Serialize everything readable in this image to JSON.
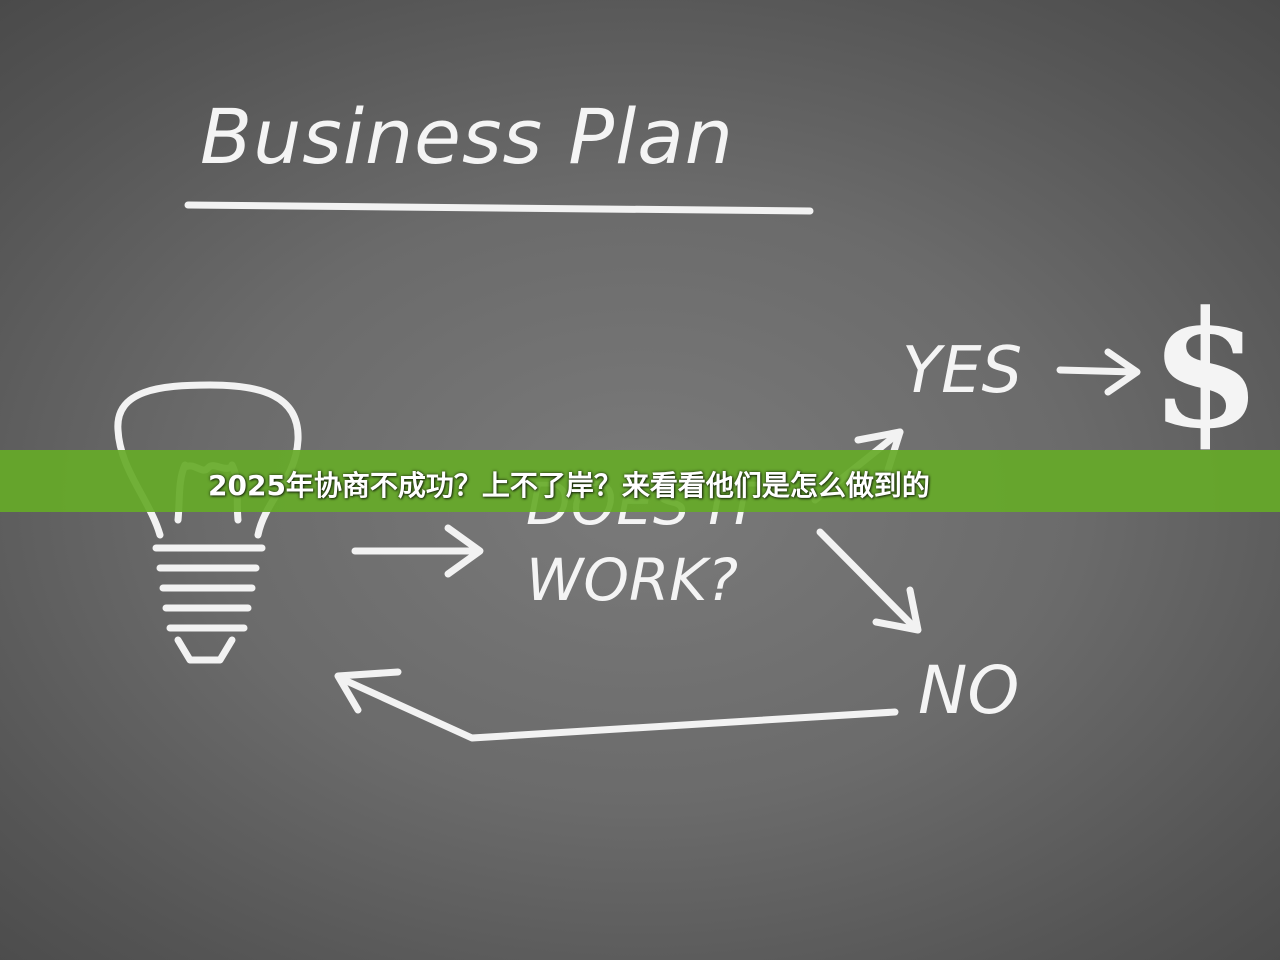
{
  "image": {
    "chalkboard_title": "Business Plan",
    "question_line_1": "DOES IT",
    "question_line_2": "WORK?",
    "yes_label": "YES",
    "no_label": "NO",
    "dollar_symbol": "$",
    "icons": [
      "lightbulb-icon",
      "arrow-right-icon",
      "arrow-up-right-icon",
      "arrow-down-right-icon",
      "arrow-left-icon"
    ]
  },
  "banner": {
    "headline": "2025年协商不成功？上不了岸？来看看他们是怎么做到的",
    "color": "#66aa28"
  }
}
